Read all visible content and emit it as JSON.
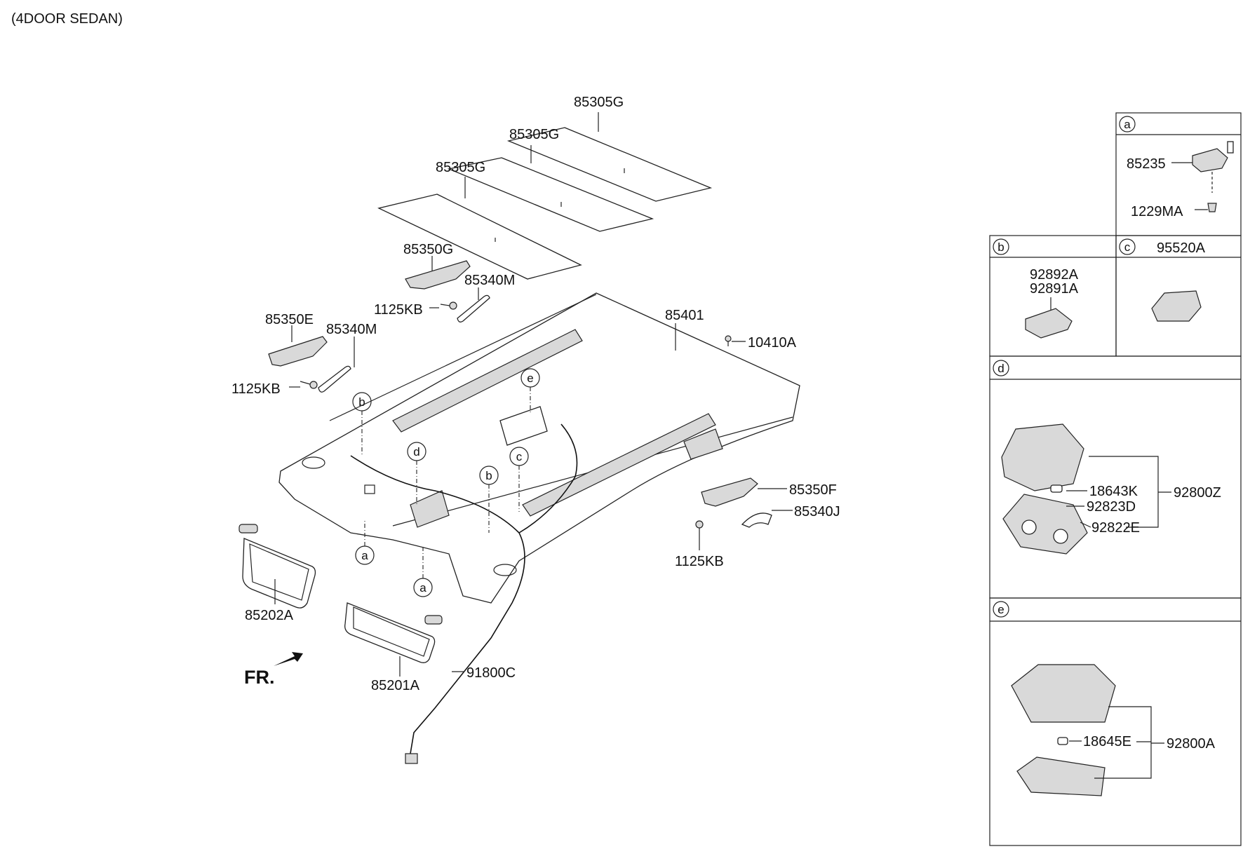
{
  "header": {
    "variant": "(4DOOR SEDAN)"
  },
  "front_marker": "FR.",
  "parts": {
    "p85305G_a": "85305G",
    "p85305G_b": "85305G",
    "p85305G_c": "85305G",
    "p85350G": "85350G",
    "p85340M_a": "85340M",
    "p1125KB_a": "1125KB",
    "p85350E": "85350E",
    "p85340M_b": "85340M",
    "p1125KB_b": "1125KB",
    "p85401": "85401",
    "p10410A": "10410A",
    "p85350F": "85350F",
    "p85340J": "85340J",
    "p1125KB_c": "1125KB",
    "p85202A": "85202A",
    "p85201A": "85201A",
    "p91800C": "91800C"
  },
  "callouts": {
    "a1": "a",
    "a2": "a",
    "b1": "b",
    "b2": "b",
    "c1": "c",
    "d1": "d",
    "e1": "e"
  },
  "detail_boxes": {
    "a": {
      "tag": "a",
      "parts": [
        "85235",
        "1229MA"
      ]
    },
    "b": {
      "tag": "b",
      "parts": [
        "92892A",
        "92891A"
      ]
    },
    "c": {
      "tag": "c",
      "parts": [
        "95520A"
      ]
    },
    "d": {
      "tag": "d",
      "parts": [
        "18643K",
        "92823D",
        "92822E",
        "92800Z"
      ]
    },
    "e": {
      "tag": "e",
      "parts": [
        "18645E",
        "92800A"
      ]
    }
  }
}
